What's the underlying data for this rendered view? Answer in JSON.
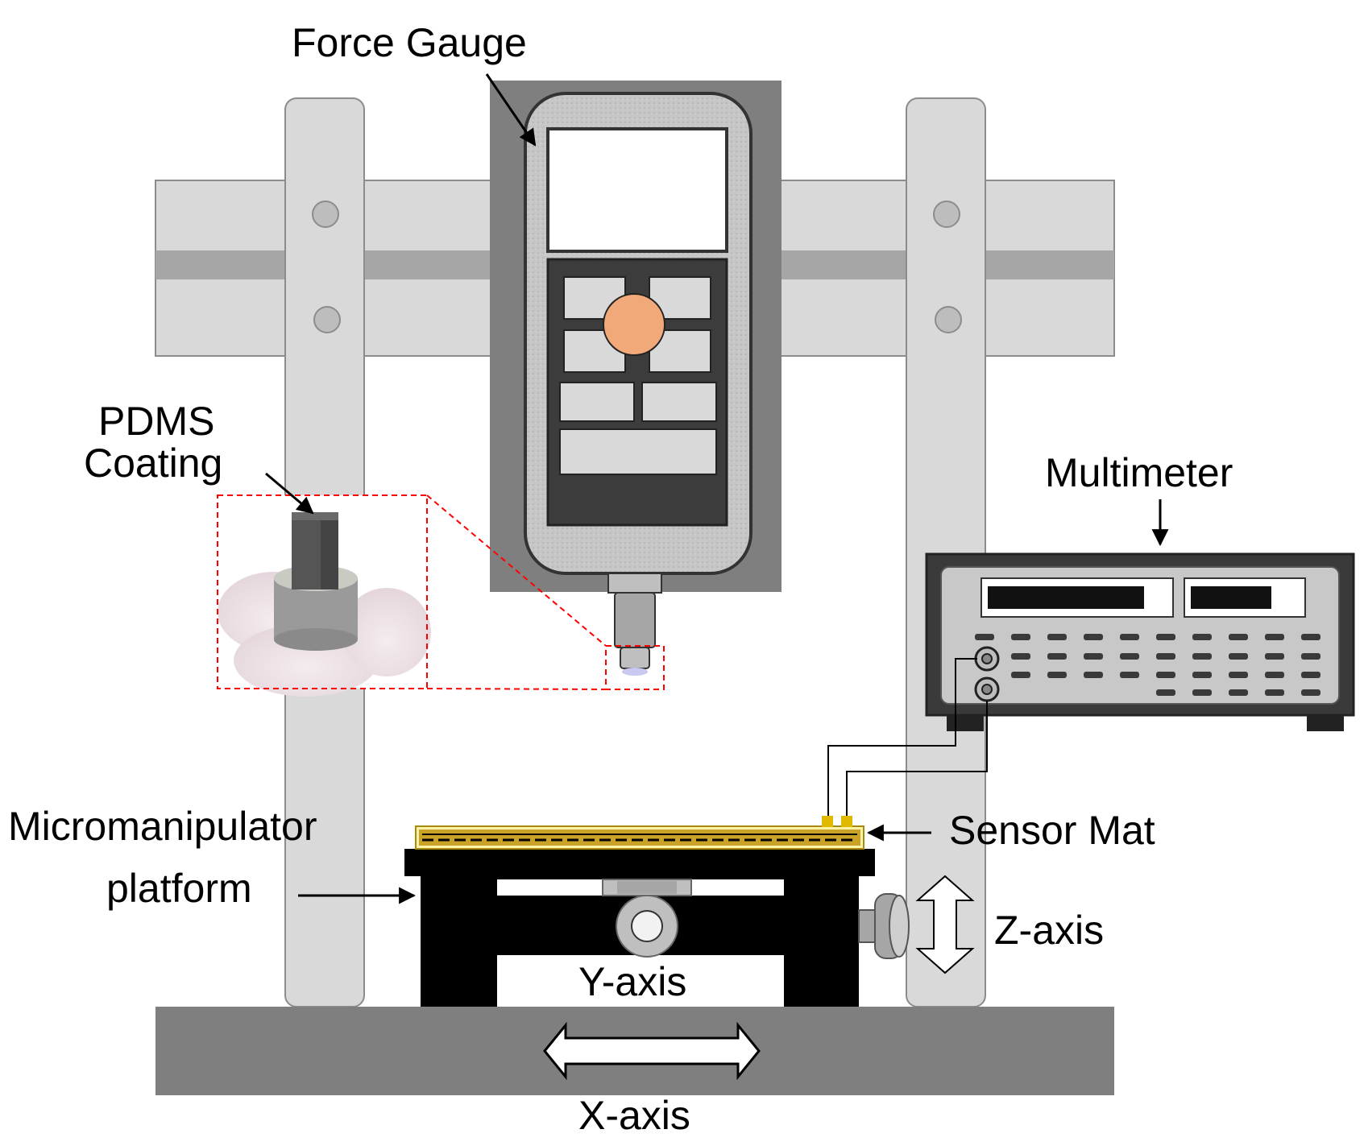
{
  "labels": {
    "force_gauge": "Force Gauge",
    "pdms_line1": "PDMS",
    "pdms_line2": "Coating",
    "multimeter": "Multimeter",
    "micromanipulator_line1": "Micromanipulator",
    "micromanipulator_line2": "platform",
    "sensor_mat": "Sensor Mat",
    "z_axis": "Z-axis",
    "y_axis": "Y-axis",
    "x_axis": "X-axis"
  },
  "colors": {
    "frame_light": "#d9d9d9",
    "frame_mid": "#a6a6a6",
    "frame_dark": "#7f7f7f",
    "gauge_button": "#f2a97a",
    "sensor_gold": "#c9a227",
    "callout_red": "#ff0000"
  }
}
